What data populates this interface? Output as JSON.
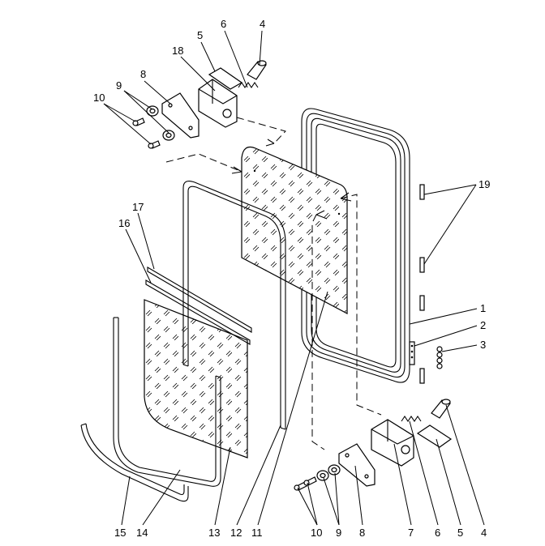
{
  "labels": {
    "top": [
      {
        "id": "4a",
        "text": "4"
      },
      {
        "id": "6a",
        "text": "6"
      },
      {
        "id": "5a",
        "text": "5"
      },
      {
        "id": "18",
        "text": "18"
      },
      {
        "id": "8a",
        "text": "8"
      },
      {
        "id": "9a",
        "text": "9"
      },
      {
        "id": "10a",
        "text": "10"
      }
    ],
    "right": [
      {
        "id": "19",
        "text": "19"
      },
      {
        "id": "1",
        "text": "1"
      },
      {
        "id": "2",
        "text": "2"
      },
      {
        "id": "3",
        "text": "3"
      }
    ],
    "left": [
      {
        "id": "17",
        "text": "17"
      },
      {
        "id": "16",
        "text": "16"
      }
    ],
    "bottom": [
      {
        "id": "15",
        "text": "15"
      },
      {
        "id": "14",
        "text": "14"
      },
      {
        "id": "13",
        "text": "13"
      },
      {
        "id": "12",
        "text": "12"
      },
      {
        "id": "11",
        "text": "11"
      },
      {
        "id": "10b",
        "text": "10"
      },
      {
        "id": "9b",
        "text": "9"
      },
      {
        "id": "8b",
        "text": "8"
      },
      {
        "id": "7",
        "text": "7"
      },
      {
        "id": "6b",
        "text": "6"
      },
      {
        "id": "5b",
        "text": "5"
      },
      {
        "id": "4b",
        "text": "4"
      }
    ]
  }
}
